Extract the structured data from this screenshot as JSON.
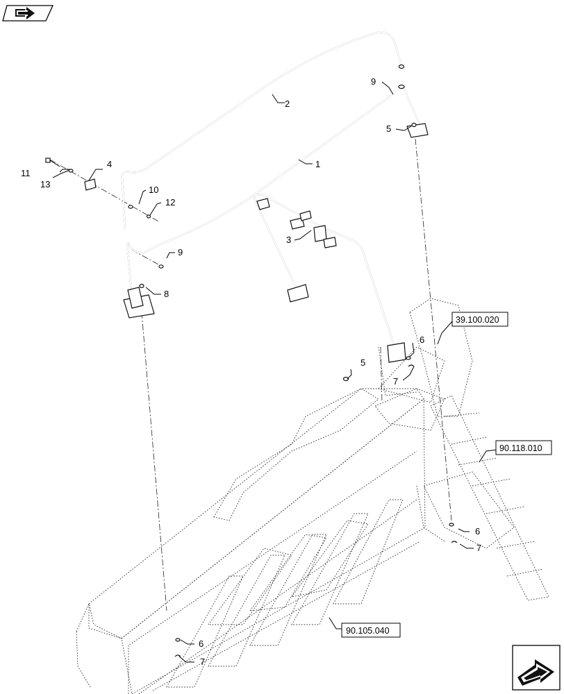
{
  "diagram": {
    "part_labels": [
      {
        "id": "label-1",
        "text": "1"
      },
      {
        "id": "label-2",
        "text": "2"
      },
      {
        "id": "label-3",
        "text": "3"
      },
      {
        "id": "label-4",
        "text": "4"
      },
      {
        "id": "label-5-top",
        "text": "5"
      },
      {
        "id": "label-5-mid",
        "text": "5"
      },
      {
        "id": "label-6-mid",
        "text": "6"
      },
      {
        "id": "label-6-right",
        "text": "6"
      },
      {
        "id": "label-6-bottom",
        "text": "6"
      },
      {
        "id": "label-7-mid",
        "text": "7"
      },
      {
        "id": "label-7-right",
        "text": "7"
      },
      {
        "id": "label-7-bottom",
        "text": "7"
      },
      {
        "id": "label-8",
        "text": "8"
      },
      {
        "id": "label-9-top",
        "text": "9"
      },
      {
        "id": "label-9-left",
        "text": "9"
      },
      {
        "id": "label-10",
        "text": "10"
      },
      {
        "id": "label-11",
        "text": "11"
      },
      {
        "id": "label-12",
        "text": "12"
      },
      {
        "id": "label-13",
        "text": "13"
      }
    ],
    "reference_boxes": [
      {
        "id": "ref-39-100-020",
        "text": "39.100.020"
      },
      {
        "id": "ref-90-118-010",
        "text": "90.118.010"
      },
      {
        "id": "ref-90-105-040",
        "text": "90.105.040"
      }
    ]
  }
}
